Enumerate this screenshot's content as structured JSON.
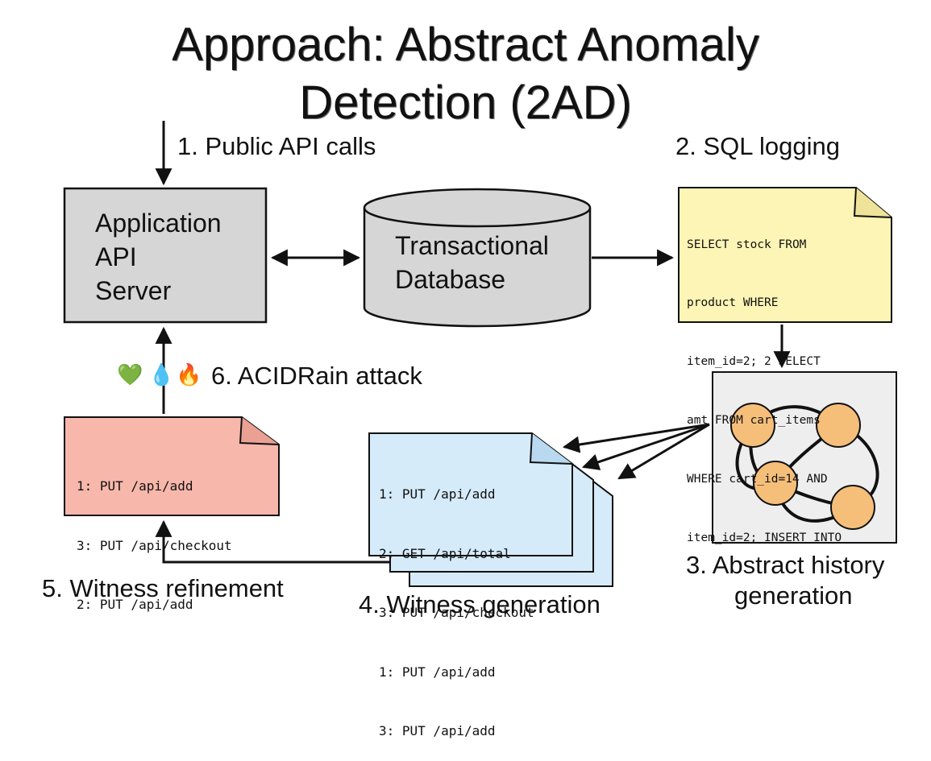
{
  "title": {
    "line1": "Approach: Abstract Anomaly",
    "line2": "Detection (2AD)"
  },
  "steps": {
    "s1": "1. Public API calls",
    "s2": "2. SQL logging",
    "s3_line1": "3. Abstract history",
    "s3_line2": "generation",
    "s4": "4. Witness generation",
    "s5": "5. Witness refinement",
    "s6": "6. ACIDRain attack"
  },
  "app_server": {
    "line1": "Application",
    "line2": "API",
    "line3": "Server"
  },
  "database": {
    "line1": "Transactional",
    "line2": "Database"
  },
  "sql_log": {
    "lines": [
      "SELECT stock FROM",
      "product WHERE",
      "item_id=2; 2 SELECT",
      "amt FROM cart_items",
      "WHERE cart_id=14 AND",
      "item_id=2; INSERT INTO"
    ]
  },
  "witness": {
    "lines": [
      "1: PUT /api/add",
      "2: GET /api/total",
      "3: PUT /api/checkout",
      "1: PUT /api/add",
      "3: PUT /api/add"
    ]
  },
  "refined": {
    "lines": [
      "1: PUT /api/add",
      "3: PUT /api/checkout",
      "2: PUT /api/add"
    ]
  },
  "emojis": {
    "heart": "💚",
    "droplet": "💧",
    "fire": "🔥"
  },
  "colors": {
    "server_fill": "#d6d6d6",
    "database_fill": "#d6d6d6",
    "sql_note_fill": "#fcf5b5",
    "witness_fill": "#d5ebfa",
    "refined_fill": "#f7b7ab",
    "graph_panel_fill": "#eeeeee",
    "graph_node_fill": "#f5bf7a"
  }
}
